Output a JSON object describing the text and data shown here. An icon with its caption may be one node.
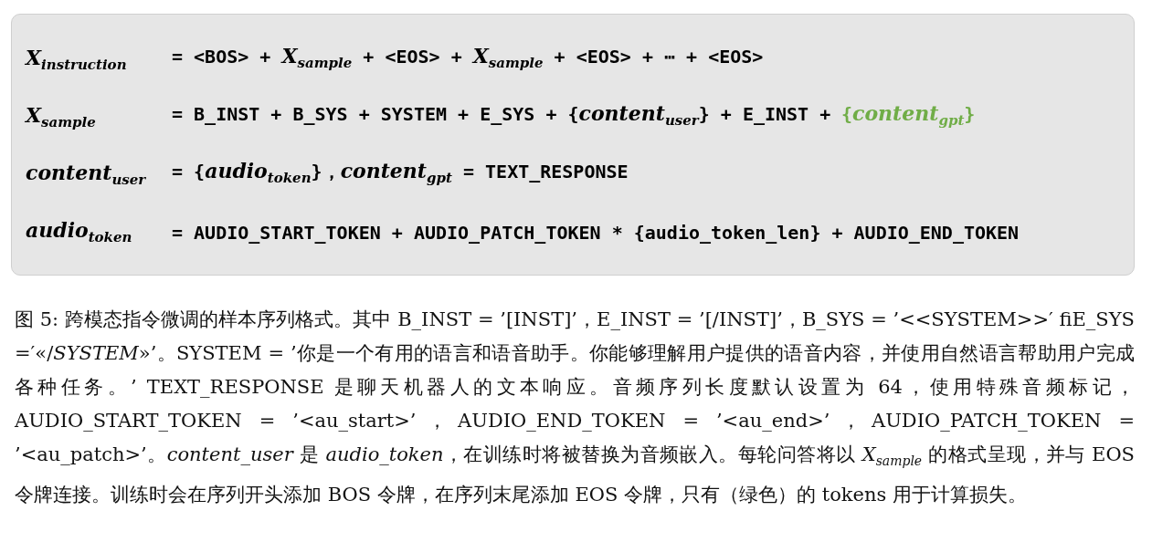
{
  "diagram": {
    "caption": "图 5: 跨模态指令微调的样本序列格式。其中 B_INST = ’[INST]’，E_INST = ’[/INST]’，B_SYS = ’<<SYSTEM>>′ fiE_SYS =′«/*SYSTEM*»’。SYSTEM = ’你是一个有用的语言和语音助手。你能够理解用户提供的语音内容，并使用自然语言帮助用户完成各种任务。’ TEXT_RESPONSE 是聊天机器人的文本响应。音频序列长度默认设置为 64，使用特殊音频标记，AUDIO_START_TOKEN = ’<au_start>’，AUDIO_END_TOKEN = ’<au_end>’，AUDIO_PATCH_TOKEN = ’<au_patch>’。*content_user* 是 *audio_token*，在训练时将被替换为音频嵌入。每轮问答将以 *X*$_{sample}$ 的格式呈现，并与 EOS 令牌连接。训练时会在序列开头添加 BOS 令牌，在序列末尾添加 EOS 令牌，只有（绿色）的 tokens 用于计算损失。",
    "labels": [
      "**X**$_{instruction}$",
      "= <BOS> + **X**$_{sample}$ + <EOS> + **X**$_{sample}$ + <EOS> + ⋯ + <EOS>",
      "**X**$_{sample}$",
      "= B_INST + B_SYS + SYSTEM + E_SYS + {**content**$_{user}$} + E_INST +",
      "{**content**$_{gpt}$}",
      "**content**$_{user}$",
      "= {**audio**$_{token}$}，**content**$_{gpt}$ = TEXT_RESPONSE",
      "**audio**$_{token}$",
      "= AUDIO_START_TOKEN + AUDIO_PATCH_TOKEN * {audio_token_len} + AUDIO_END_TOKEN"
    ]
  }
}
